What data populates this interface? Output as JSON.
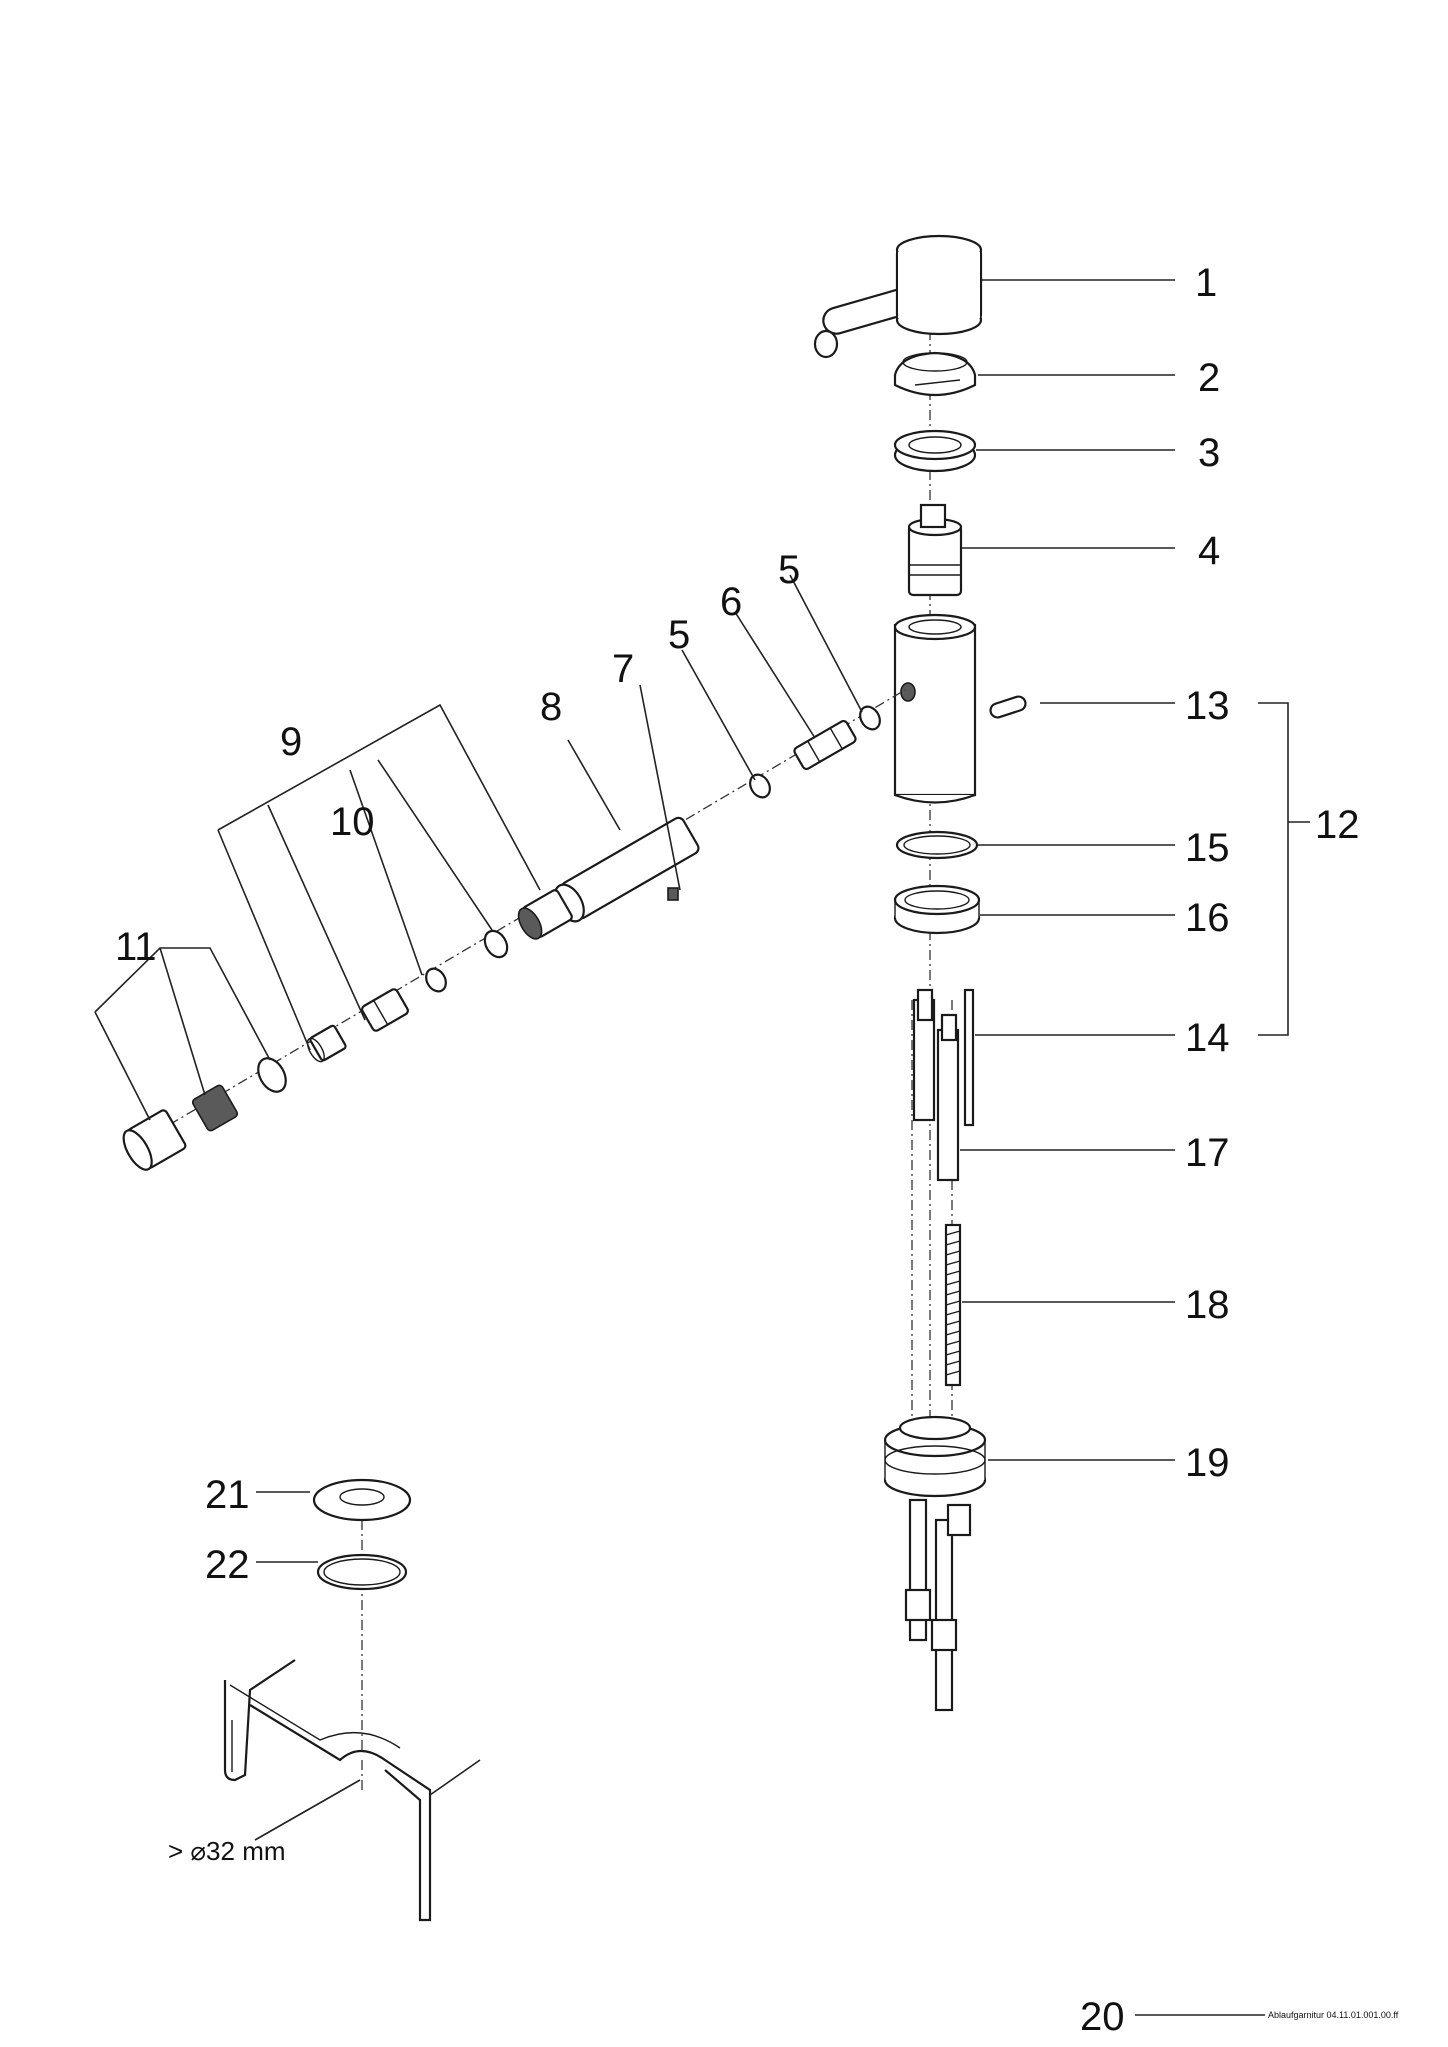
{
  "labels": {
    "p1": "1",
    "p2": "2",
    "p3": "3",
    "p4": "4",
    "p5a": "5",
    "p5b": "5",
    "p6": "6",
    "p7": "7",
    "p8": "8",
    "p9": "9",
    "p10": "10",
    "p11": "11",
    "p12": "12",
    "p13": "13",
    "p14": "14",
    "p15": "15",
    "p16": "16",
    "p17": "17",
    "p18": "18",
    "p19": "19",
    "p21": "21",
    "p22": "22"
  },
  "dimension_note": "> ⌀32 mm",
  "page_number": "20",
  "footer_ref": "Ablaufgarnitur 04.11.01.001.00.ff"
}
